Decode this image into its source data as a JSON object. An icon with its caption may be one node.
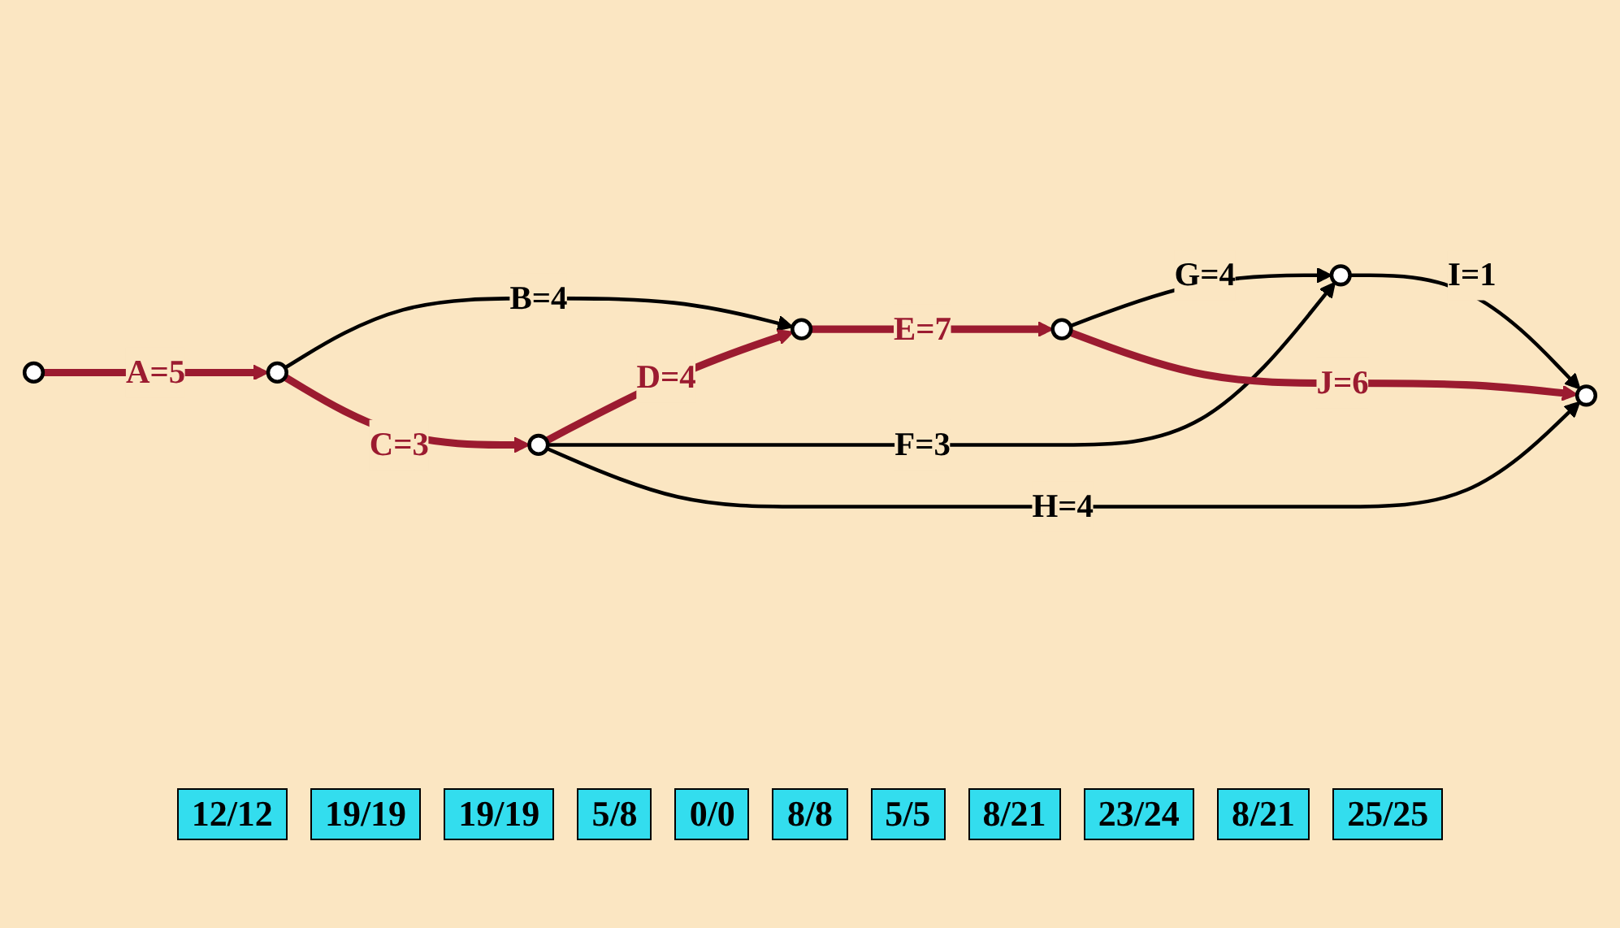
{
  "diagram": {
    "nodes": [
      {
        "text": [],
        "shape": "circle"
      },
      {
        "text": [],
        "shape": "circle"
      },
      {
        "text": [],
        "shape": "circle"
      },
      {
        "text": [],
        "shape": "circle"
      },
      {
        "text": [],
        "shape": "circle"
      },
      {
        "text": [],
        "shape": "circle"
      },
      {
        "text": [],
        "shape": "circle"
      }
    ],
    "edges": [
      {
        "from": 0,
        "to": 1,
        "arrow": "to",
        "label": "A=5",
        "style": "thick",
        "color": "#9b1b30"
      },
      {
        "from": 1,
        "to": 2,
        "arrow": "to",
        "label": "B=4",
        "color": "#000000"
      },
      {
        "from": 1,
        "to": 4,
        "arrow": "to",
        "label": "C=3",
        "style": "thick",
        "color": "#9b1b30"
      },
      {
        "from": 4,
        "to": 2,
        "arrow": "to",
        "label": "D=4",
        "style": "thick",
        "color": "#9b1b30"
      },
      {
        "from": 2,
        "to": 3,
        "arrow": "to",
        "label": "E=7",
        "style": "thick",
        "color": "#9b1b30"
      },
      {
        "from": 3,
        "to": 5,
        "arrow": "to",
        "label": "G=4",
        "color": "#000000"
      },
      {
        "from": 4,
        "to": 5,
        "arrow": "to",
        "label": "F=3",
        "color": "#000000"
      },
      {
        "from": 4,
        "to": 6,
        "arrow": "to",
        "label": "H=4",
        "color": "#000000"
      },
      {
        "from": 5,
        "to": 6,
        "arrow": "to",
        "label": "I=1",
        "color": "#000000"
      },
      {
        "from": 3,
        "to": 6,
        "arrow": "to",
        "label": "J=6",
        "style": "thick",
        "color": "#9b1b30"
      }
    ],
    "labels": [
      "12/12",
      "19/19",
      "19/19",
      "5/8",
      "0/0",
      "8/8",
      "5/5",
      "8/21",
      "23/24",
      "8/21",
      "25/25"
    ]
  }
}
